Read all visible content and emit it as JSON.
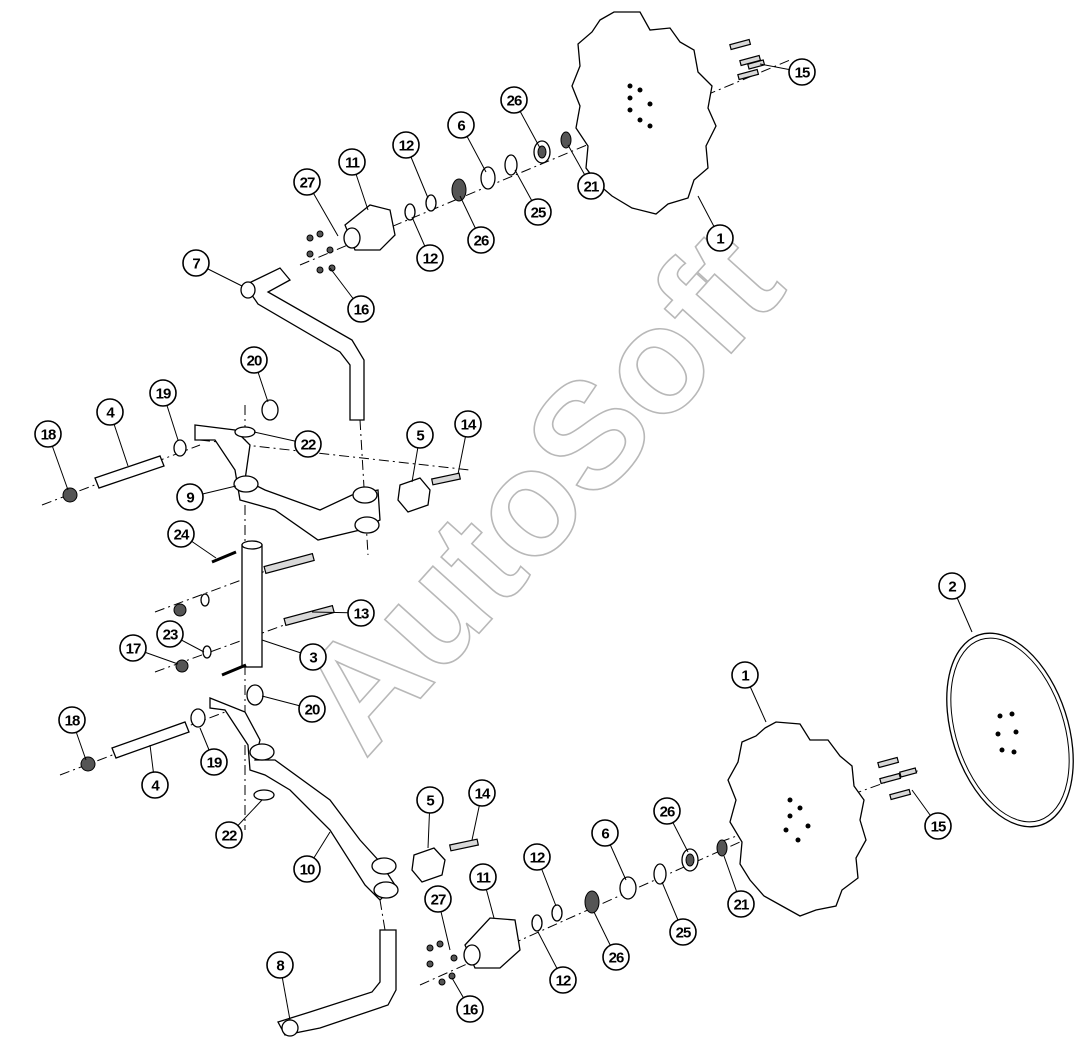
{
  "watermark": "AutoSoft",
  "callouts": [
    {
      "id": "c-15a",
      "label": "15"
    },
    {
      "id": "c-26a",
      "label": "26"
    },
    {
      "id": "c-6a",
      "label": "6"
    },
    {
      "id": "c-12a",
      "label": "12"
    },
    {
      "id": "c-11a",
      "label": "11"
    },
    {
      "id": "c-27a",
      "label": "27"
    },
    {
      "id": "c-21a",
      "label": "21"
    },
    {
      "id": "c-25a",
      "label": "25"
    },
    {
      "id": "c-26b",
      "label": "26"
    },
    {
      "id": "c-12b",
      "label": "12"
    },
    {
      "id": "c-1a",
      "label": "1"
    },
    {
      "id": "c-7",
      "label": "7"
    },
    {
      "id": "c-16a",
      "label": "16"
    },
    {
      "id": "c-20a",
      "label": "20"
    },
    {
      "id": "c-19a",
      "label": "19"
    },
    {
      "id": "c-4a",
      "label": "4"
    },
    {
      "id": "c-18a",
      "label": "18"
    },
    {
      "id": "c-22a",
      "label": "22"
    },
    {
      "id": "c-5a",
      "label": "5"
    },
    {
      "id": "c-14a",
      "label": "14"
    },
    {
      "id": "c-9",
      "label": "9"
    },
    {
      "id": "c-24",
      "label": "24"
    },
    {
      "id": "c-13",
      "label": "13"
    },
    {
      "id": "c-23",
      "label": "23"
    },
    {
      "id": "c-17",
      "label": "17"
    },
    {
      "id": "c-3",
      "label": "3"
    },
    {
      "id": "c-2",
      "label": "2"
    },
    {
      "id": "c-1b",
      "label": "1"
    },
    {
      "id": "c-18b",
      "label": "18"
    },
    {
      "id": "c-20b",
      "label": "20"
    },
    {
      "id": "c-19b",
      "label": "19"
    },
    {
      "id": "c-4b",
      "label": "4"
    },
    {
      "id": "c-5b",
      "label": "5"
    },
    {
      "id": "c-14b",
      "label": "14"
    },
    {
      "id": "c-22b",
      "label": "22"
    },
    {
      "id": "c-6b",
      "label": "6"
    },
    {
      "id": "c-26c",
      "label": "26"
    },
    {
      "id": "c-12c",
      "label": "12"
    },
    {
      "id": "c-11b",
      "label": "11"
    },
    {
      "id": "c-15b",
      "label": "15"
    },
    {
      "id": "c-10",
      "label": "10"
    },
    {
      "id": "c-27b",
      "label": "27"
    },
    {
      "id": "c-25b",
      "label": "25"
    },
    {
      "id": "c-21b",
      "label": "21"
    },
    {
      "id": "c-26d",
      "label": "26"
    },
    {
      "id": "c-12d",
      "label": "12"
    },
    {
      "id": "c-8",
      "label": "8"
    },
    {
      "id": "c-16b",
      "label": "16"
    }
  ]
}
